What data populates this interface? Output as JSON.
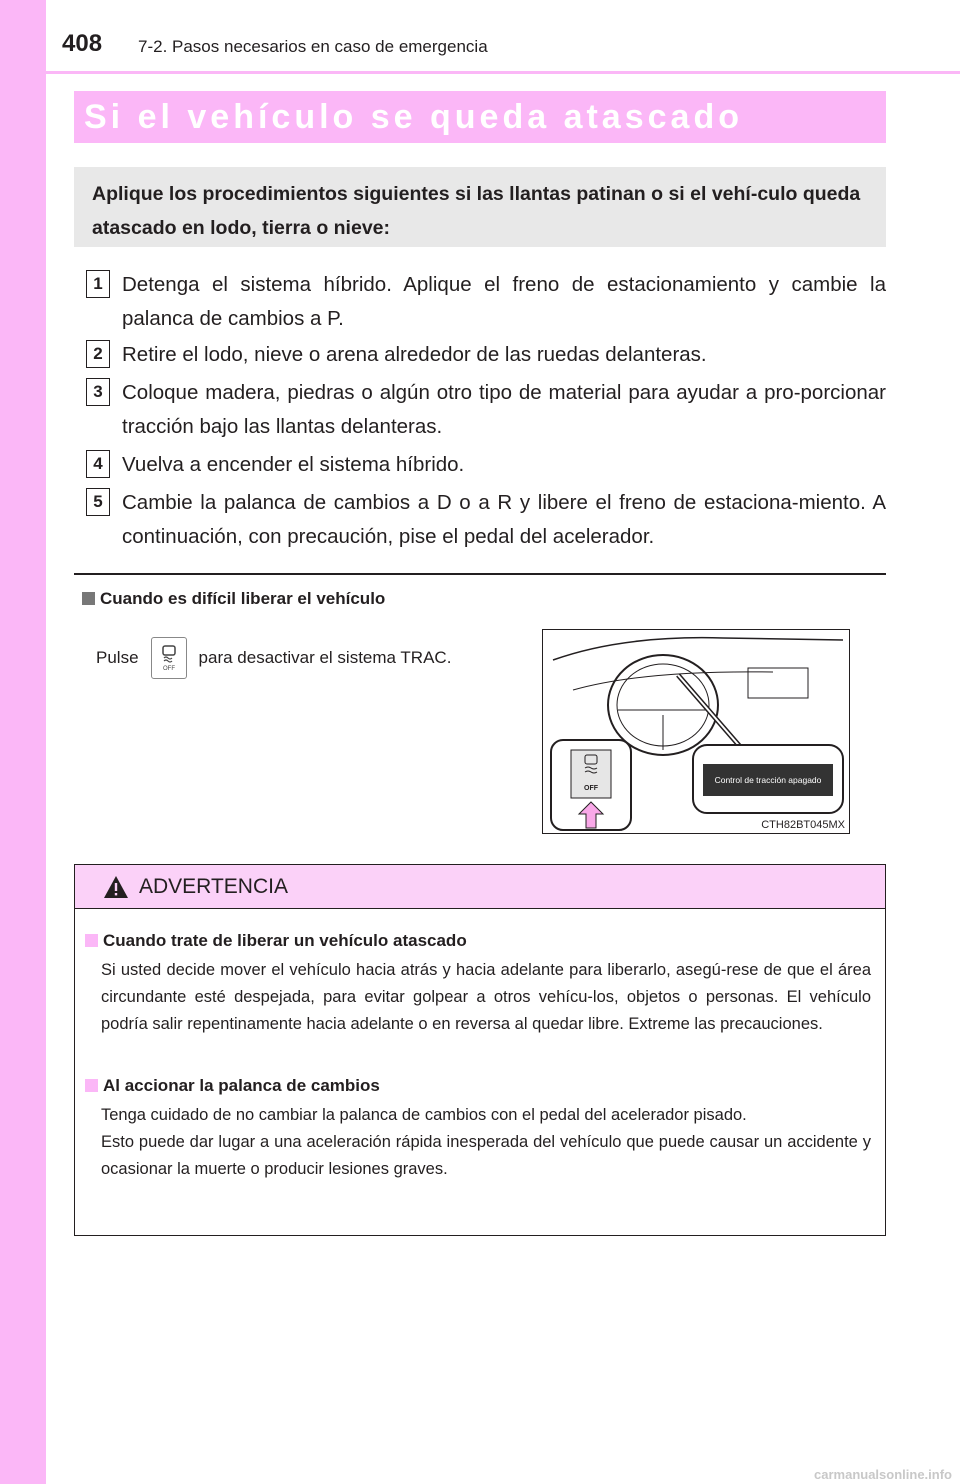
{
  "header": {
    "page_number": "408",
    "section": "7-2. Pasos necesarios en caso de emergencia"
  },
  "title": "Si el vehículo se queda atascado",
  "intro": "Aplique los procedimientos siguientes si las llantas patinan o si el vehí-culo queda atascado en lodo, tierra o nieve:",
  "steps": [
    {
      "num": "1",
      "text": "Detenga el sistema híbrido. Aplique el freno de estacionamiento y cambie la palanca de cambios a P."
    },
    {
      "num": "2",
      "text": "Retire el lodo, nieve o arena alrededor de las ruedas delanteras."
    },
    {
      "num": "3",
      "text": "Coloque madera, piedras o algún otro tipo de material para ayudar a pro-porcionar tracción bajo las llantas delanteras."
    },
    {
      "num": "4",
      "text": "Vuelva a encender el sistema híbrido."
    },
    {
      "num": "5",
      "text": "Cambie la palanca de cambios a D o a R y libere el freno de estaciona-miento. A continuación, con precaución, pise el pedal del acelerador."
    }
  ],
  "subsection": {
    "heading": "Cuando es difícil liberar el vehículo",
    "pulse_before": "Pulse",
    "pulse_after": "para desactivar el sistema TRAC.",
    "button_icon_label": "OFF",
    "figure": {
      "display_message": "Control de tracción apagado",
      "switch_label": "OFF",
      "code": "CTH82BT045MX"
    }
  },
  "warning": {
    "title": "ADVERTENCIA",
    "items": [
      {
        "heading": "Cuando trate de liberar un vehículo atascado",
        "body": "Si usted decide mover el vehículo hacia atrás y hacia adelante para liberarlo, asegú-rese de que el área circundante esté despejada, para evitar golpear a otros vehícu-los, objetos o personas. El vehículo podría salir repentinamente hacia adelante o en reversa al quedar libre. Extreme las precauciones."
      },
      {
        "heading": "Al accionar la palanca de cambios",
        "body": "Tenga cuidado de no cambiar la palanca de cambios con el pedal del acelerador pisado.",
        "body2": "Esto puede dar lugar a una aceleración rápida inesperada del vehículo que puede causar un accidente y ocasionar la muerte o producir lesiones graves."
      }
    ]
  },
  "footer": "carmanualsonline.info",
  "colors": {
    "accent_pink": "#fbb7f7",
    "warning_header": "#fbd1f8",
    "intro_gray": "#e8e8e8"
  }
}
